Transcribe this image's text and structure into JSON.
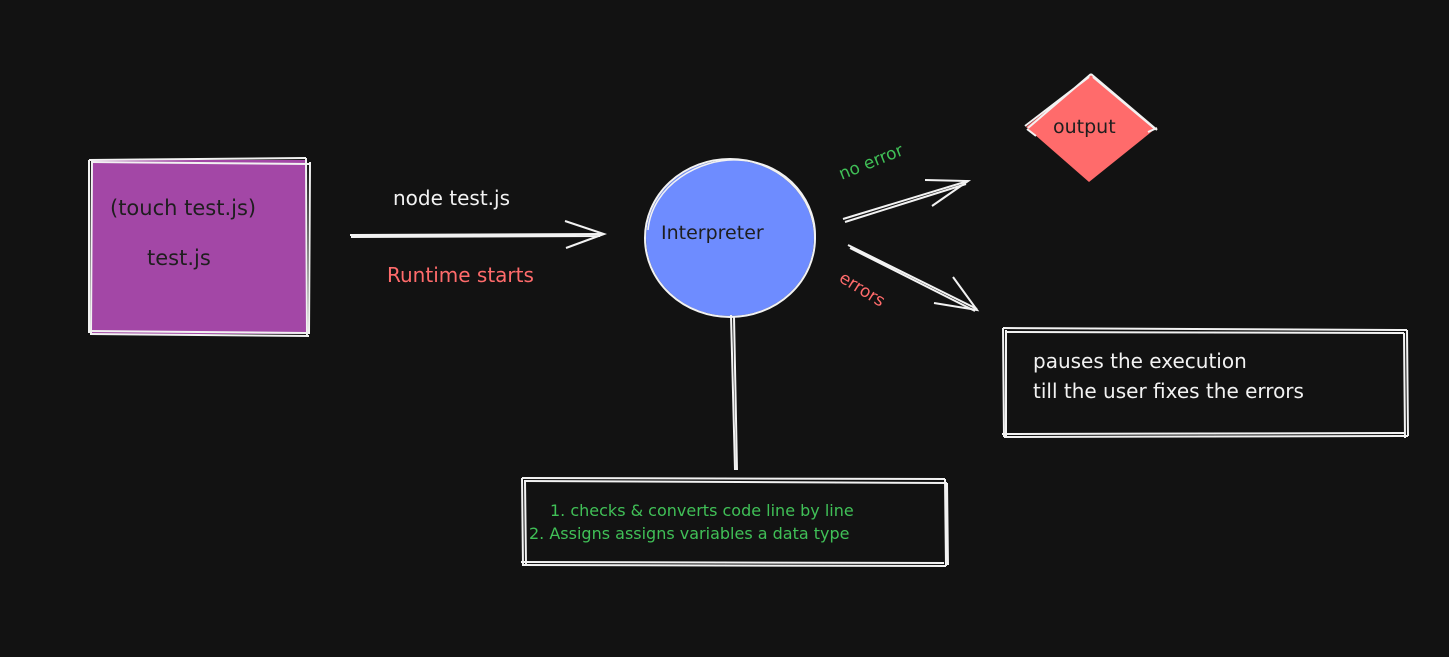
{
  "colors": {
    "background": "#121212",
    "file_box_fill": "#a347a6",
    "interpreter_fill": "#6e8cff",
    "output_fill": "#ff6b6b",
    "stroke": "#f2f2f2",
    "green_text": "#40c057",
    "red_text": "#ff6b6b",
    "dark_text": "#1e1e1e"
  },
  "file_box": {
    "title": "(touch test.js)",
    "filename": "test.js"
  },
  "run_arrow": {
    "command": "node test.js",
    "note": "Runtime starts"
  },
  "interpreter": {
    "label": "Interpreter"
  },
  "output": {
    "label": "output"
  },
  "branches": {
    "success": "no error",
    "failure": "errors"
  },
  "error_box": {
    "line1": "pauses the execution",
    "line2": "till the user fixes the errors"
  },
  "steps_box": {
    "line1": "1. checks & converts code line by line",
    "line2": "2. Assigns assigns variables a data type"
  }
}
